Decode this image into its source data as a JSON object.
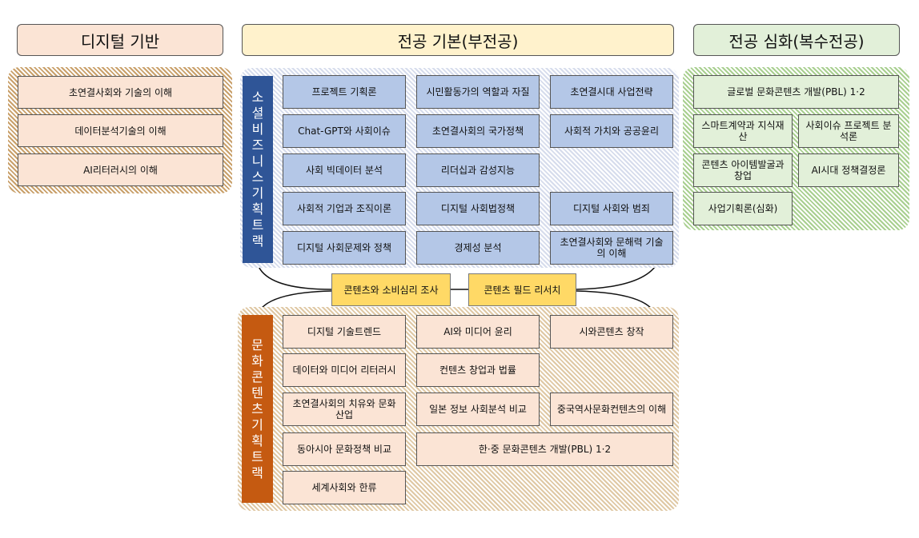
{
  "headers": {
    "left": "디지털 기반",
    "middle": "전공 기본(부전공)",
    "right": "전공 심화(복수전공)"
  },
  "left_courses": [
    "초연결사회와 기술의 이해",
    "데이터분석기술의 이해",
    "AI리터러시의 이해"
  ],
  "social_track": {
    "title": "소셜비즈니스기획트랙",
    "courses": [
      "프로젝트 기획론",
      "시민활동가의 역할과 자질",
      "초연결시대 사업전략",
      "Chat-GPT와 사회이슈",
      "초연결사회의 국가정책",
      "사회적 가치와 공공윤리",
      "사회 빅데이터 분석",
      "리더십과 감성지능",
      "사회적 기업과 조직이론",
      "디지털 사회법정책",
      "디지털 사회와 범죄",
      "디지털 사회문제와 정책",
      "경제성 분석",
      "초연결사회와 문해력 기술의 이해"
    ]
  },
  "shared_courses": [
    "콘텐츠와 소비심리 조사",
    "콘텐츠 필드 리서치"
  ],
  "culture_track": {
    "title": "문화콘텐츠기획트랙",
    "courses": [
      "디지털 기술트렌드",
      "AI와 미디어 윤리",
      "시와콘텐츠 창작",
      "데이터와 미디어 리터러시",
      "컨텐츠 창업과 법률",
      "초연결사회의 치유와 문화산업",
      "일본 정보 사회분석 비교",
      "중국역사문화컨텐츠의 이해",
      "동아시아 문화정책 비교",
      "한·중 문화콘텐츠 개발(PBL) 1·2",
      "세계사회와 한류"
    ]
  },
  "advanced_courses": [
    "글로벌 문화콘텐츠 개발(PBL) 1·2",
    "스마트계약과 지식재산",
    "사회이슈 프로젝트 분석론",
    "콘텐츠 아이템발굴과 창업",
    "AI시대 정책결정론",
    "사업기획론(심화)"
  ],
  "colors": {
    "social_track": "#2f5597",
    "culture_track": "#c55a11",
    "course_blue": "#b4c7e7",
    "course_peach": "#fbe4d5",
    "course_green": "#e2f0d9",
    "shared_gold": "#ffd966"
  }
}
